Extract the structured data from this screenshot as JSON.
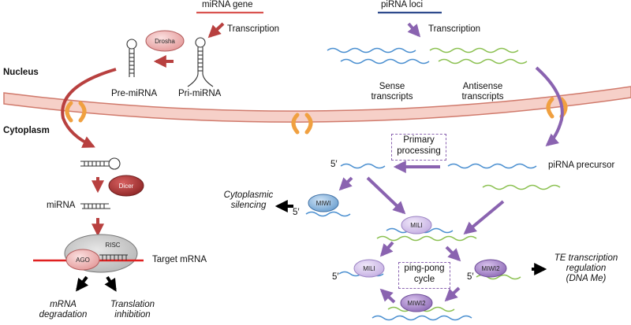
{
  "labels": {
    "mirna_gene": "miRNA gene",
    "pirna_loci": "piRNA loci",
    "transcription_left": "Transcription",
    "transcription_right": "Transcription",
    "nucleus": "Nucleus",
    "cytoplasm": "Cytoplasm",
    "pre_mirna": "Pre-miRNA",
    "pri_mirna": "Pri-miRNA",
    "sense_1": "Sense",
    "sense_2": "transcripts",
    "antisense_1": "Antisense",
    "antisense_2": "transcripts",
    "mirna": "miRNA",
    "target_mrna": "Target mRNA",
    "mrna_deg_1": "mRNA",
    "mrna_deg_2": "degradation",
    "transl_1": "Translation",
    "transl_2": "inhibition",
    "primary_1": "Primary",
    "primary_2": "processing",
    "pirna_precursor": "piRNA precursor",
    "five_prime_a": "5′",
    "five_prime_b": "5′",
    "five_prime_c": "5′",
    "five_prime_d": "5′",
    "cyto_sil_1": "Cytoplasmic",
    "cyto_sil_2": "silencing",
    "pingpong_1": "ping-pong",
    "pingpong_2": "cycle",
    "te_1": "TE transcription",
    "te_2": "regulation",
    "te_3": "(DNA Me)"
  },
  "proteins": {
    "drosha": "Drosha",
    "dicer": "Dicer",
    "ago": "AGO",
    "risc": "RISC",
    "miwi": "MIWI",
    "mili_top": "MILI",
    "mili_left": "MILI",
    "miwi2_right": "MIWI2",
    "miwi2_bottom": "MIWI2"
  },
  "colors": {
    "mirna_arrow": "#b8403f",
    "pirna_arrow": "#8a63b0",
    "mirna_gene_line": "#d9534f",
    "pirna_loci_line": "#2e4a8c",
    "sense_rna": "#4a8fd0",
    "antisense_rna": "#8cc152",
    "membrane_fill": "#f6d0c8",
    "membrane_stroke": "#d07a6c",
    "pore": "#f0a040",
    "target_mrna": "#e02020"
  }
}
